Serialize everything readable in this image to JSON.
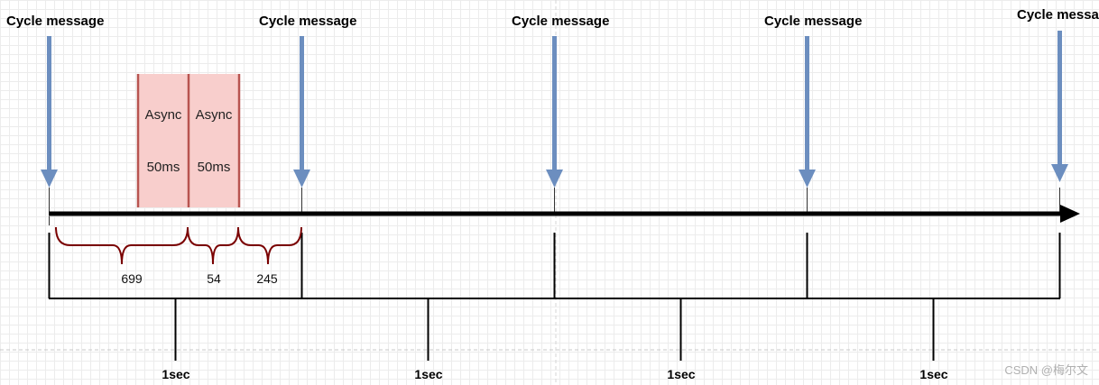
{
  "diagram": {
    "cycle_labels": [
      "Cycle message",
      "Cycle message",
      "Cycle message",
      "Cycle message",
      "Cycle message"
    ],
    "async_blocks": [
      {
        "name": "Async",
        "duration": "50ms"
      },
      {
        "name": "Async",
        "duration": "50ms"
      }
    ],
    "segments": [
      "699",
      "54",
      "245"
    ],
    "interval_labels": [
      "1sec",
      "1sec",
      "1sec",
      "1sec"
    ],
    "watermark": "CSDN @梅尔文",
    "colors": {
      "arrow": "#6c8ebf",
      "async_fill": "#f8cecc",
      "async_border": "#b85450",
      "brace": "#7a0000",
      "timeline": "#000000"
    }
  }
}
